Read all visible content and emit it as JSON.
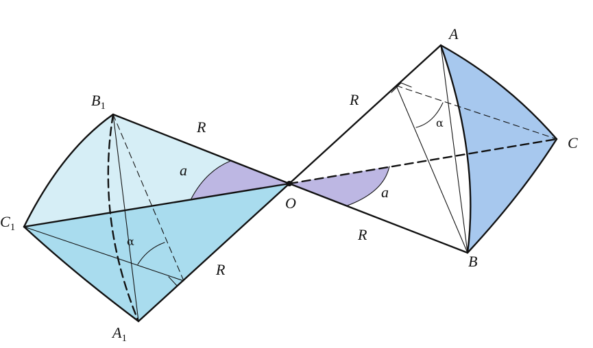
{
  "figure": {
    "labels": {
      "A": "A",
      "B": "B",
      "C": "C",
      "O": "O",
      "B1_main": "B",
      "B1_sub": "1",
      "C1_main": "C",
      "C1_sub": "1",
      "A1_main": "A",
      "A1_sub": "1",
      "R_OB1": "R",
      "R_OA1": "R",
      "R_OA": "R",
      "R_OB": "R",
      "a_left": "a",
      "a_right": "a",
      "alpha_left": "α",
      "alpha_right": "α"
    },
    "colors": {
      "stroke": "#111111",
      "face_top_left": "#d6eef6",
      "face_bottom_left": "#a9dcee",
      "spherical_right": "#a7c8ee",
      "angle_sector": "#bdb7e3",
      "background": "#ffffff"
    }
  }
}
